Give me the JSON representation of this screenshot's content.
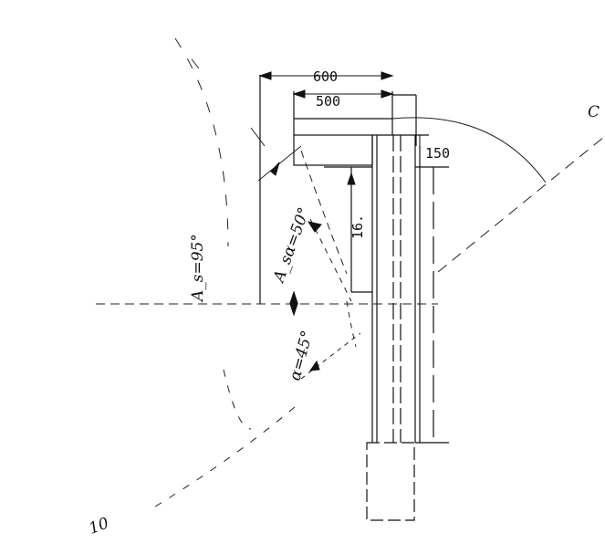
{
  "dimensions": {
    "width_600": "600",
    "width_500": "500",
    "height_150": "150",
    "height_16": "16."
  },
  "annotations": {
    "angle_95": "A_s=95°",
    "angle_50": "A_sα=50°",
    "angle_45": "α=45°",
    "label_c": "C",
    "label_10": "10"
  },
  "colors": {
    "ink": "#111111",
    "paper": "#ffffff"
  }
}
